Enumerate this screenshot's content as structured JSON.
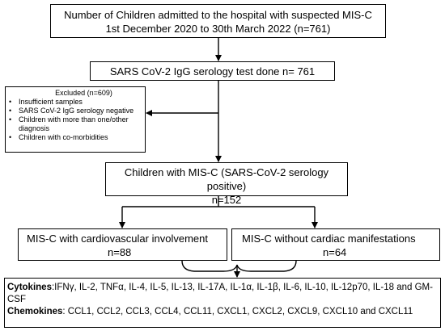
{
  "boxes": {
    "admitted": {
      "line1": "Number of Children admitted to the hospital with suspected MIS-C",
      "line2": "1st December 2020 to 30th March 2022 (n=761)"
    },
    "serology": {
      "text": "SARS CoV-2 IgG serology test done n= 761"
    },
    "excluded": {
      "title": "Excluded (n=609)",
      "items": [
        "Insufficient samples",
        "SARS CoV-2 IgG serology negative",
        "Children with more than one/other diagnosis",
        "Children with co-morbidities"
      ]
    },
    "positive": {
      "line1": "Children with MIS-C (SARS-CoV-2 serology positive)",
      "line2": "n=152"
    },
    "cardio": {
      "line1": "MIS-C with cardiovascular involvement",
      "line2": "n=88"
    },
    "nocardiac": {
      "line1": "MIS-C without cardiac manifestations",
      "line2": "n=64"
    },
    "markers": {
      "cytokines_label": "Cytokines",
      "cytokines_list": ":IFNγ, IL-2, TNFα, IL-4, IL-5, IL-13, IL-17A, IL-1α, IL-1β, IL-6, IL-10, IL-12p70, IL-18 and GM-CSF",
      "chemokines_label": "Chemokines",
      "chemokines_list": ": CCL1, CCL2, CCL3, CCL4, CCL11, CXCL1, CXCL2, CXCL9, CXCL10 and CXCL11"
    }
  },
  "colors": {
    "line": "#000000",
    "box_border": "#000000",
    "background": "#ffffff"
  }
}
